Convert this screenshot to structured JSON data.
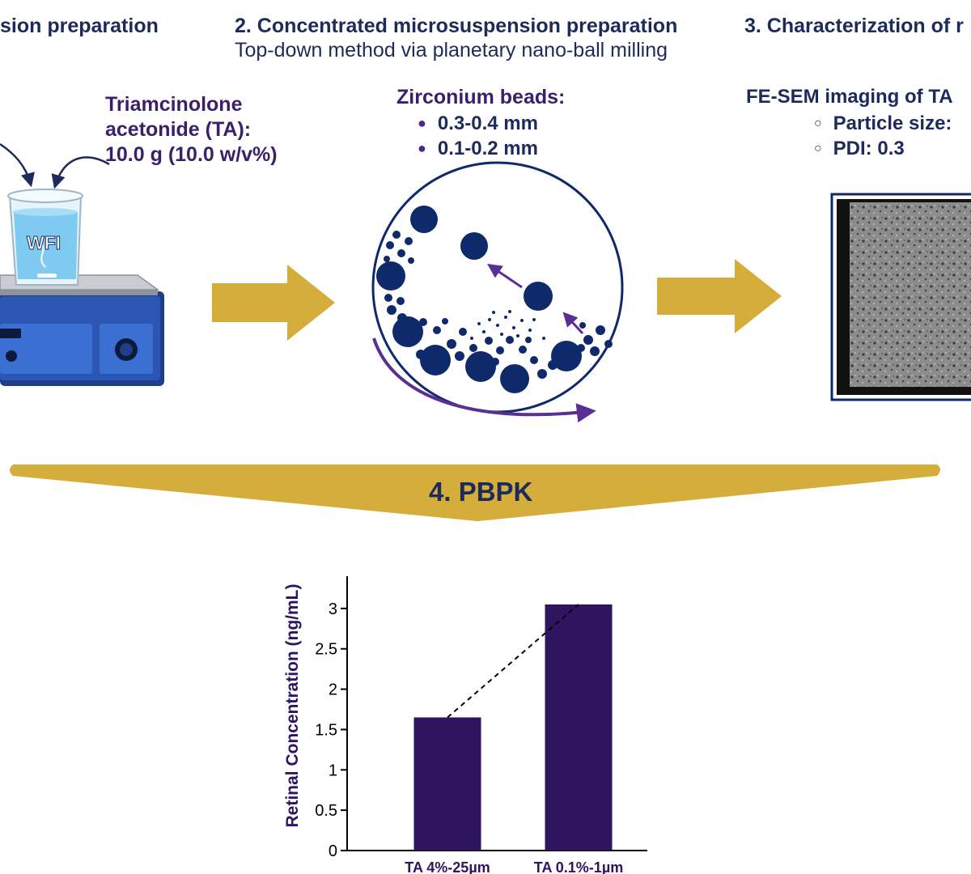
{
  "steps": {
    "step1": {
      "title": "sion preparation"
    },
    "step2": {
      "title": "2. Concentrated microsuspension preparation",
      "subtitle": "Top-down method via planetary nano-ball milling"
    },
    "step3": {
      "title": "3. Characterization of r"
    }
  },
  "drug": {
    "line1": "Triamcinolone",
    "line2": "acetonide (TA):",
    "line3": "10.0 g (10.0 w/v%)"
  },
  "beaker_label": "WFI",
  "beads": {
    "heading": "Zirconium beads:",
    "items": [
      "0.3-0.4 mm",
      "0.1-0.2 mm"
    ]
  },
  "characterization": {
    "heading": "FE-SEM imaging of TA",
    "items": [
      "Particle size:",
      "PDI:  0.3"
    ]
  },
  "pbpk_label": "4. PBPK",
  "colors": {
    "navy": "#1d2b5c",
    "purple": "#2f1460",
    "gold": "#d4ad3a",
    "bead": "#0e2a6b",
    "arrow_purple": "#5a2f95",
    "device_blue": "#2b56b4"
  },
  "chart_data": {
    "type": "bar",
    "categories": [
      "TA 4%-25µm",
      "TA 0.1%-1µm"
    ],
    "values": [
      1.65,
      3.05
    ],
    "ylabel": "Retinal Concentration (ng/mL)",
    "ylim": [
      0,
      3.4
    ],
    "yticks": [
      "0",
      "0.5",
      "1",
      "1.5",
      "2",
      "2.5",
      "3"
    ],
    "dashed_connector": true,
    "grid": false
  }
}
